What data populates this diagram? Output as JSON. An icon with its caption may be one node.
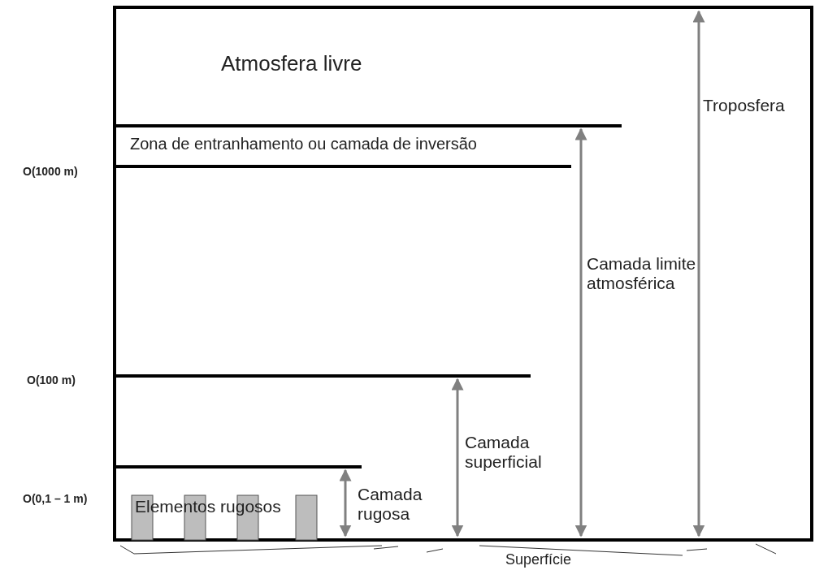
{
  "diagram": {
    "labels": [
      "Atmosfera livre",
      "Troposfera",
      "Zona de entranhamento ou camada de inversão",
      "O(1000 m)",
      "Camada limite atmosférica",
      "O(100 m)",
      "Camada superficial",
      "O(0,1 – 1 m)",
      "Elementos rugosos",
      "Camada rugosa",
      "Superfície"
    ]
  }
}
